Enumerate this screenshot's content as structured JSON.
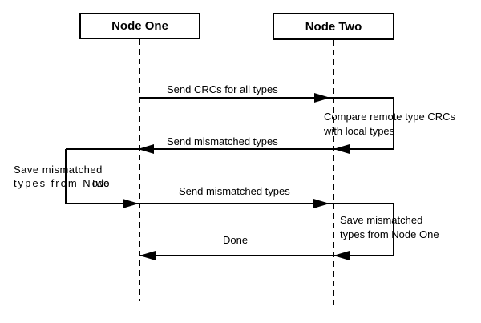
{
  "colors": {
    "background": "#ffffff",
    "line": "#000000",
    "text": "#000000"
  },
  "actors": [
    {
      "id": "node-one",
      "label": "Node One"
    },
    {
      "id": "node-two",
      "label": "Node Two"
    }
  ],
  "messages": [
    {
      "id": "send-crcs",
      "label": "Send CRCs for all types",
      "from": "Node One",
      "to": "Node Two",
      "direction": "right"
    },
    {
      "id": "send-mismatched-1",
      "label": "Send mismatched types",
      "from": "Node Two",
      "to": "Node One",
      "direction": "left"
    },
    {
      "id": "send-mismatched-2",
      "label": "Send mismatched types",
      "from": "Node One",
      "to": "Node Two",
      "direction": "right"
    },
    {
      "id": "done",
      "label": "Done",
      "from": "Node Two",
      "to": "Node One",
      "direction": "left"
    }
  ],
  "self_actions": [
    {
      "id": "compare-remote",
      "actor": "Node Two",
      "lines": [
        "Compare remote type CRCs",
        "with local types"
      ]
    },
    {
      "id": "save-from-two",
      "actor": "Node One",
      "lines": [
        "Save mismatched",
        "types from Node Two"
      ],
      "glitch": {
        "prefix": "types from N",
        "under": "ode",
        "over": "Two"
      }
    },
    {
      "id": "save-from-one",
      "actor": "Node Two",
      "lines": [
        "Save mismatched",
        "types from Node One"
      ]
    }
  ]
}
